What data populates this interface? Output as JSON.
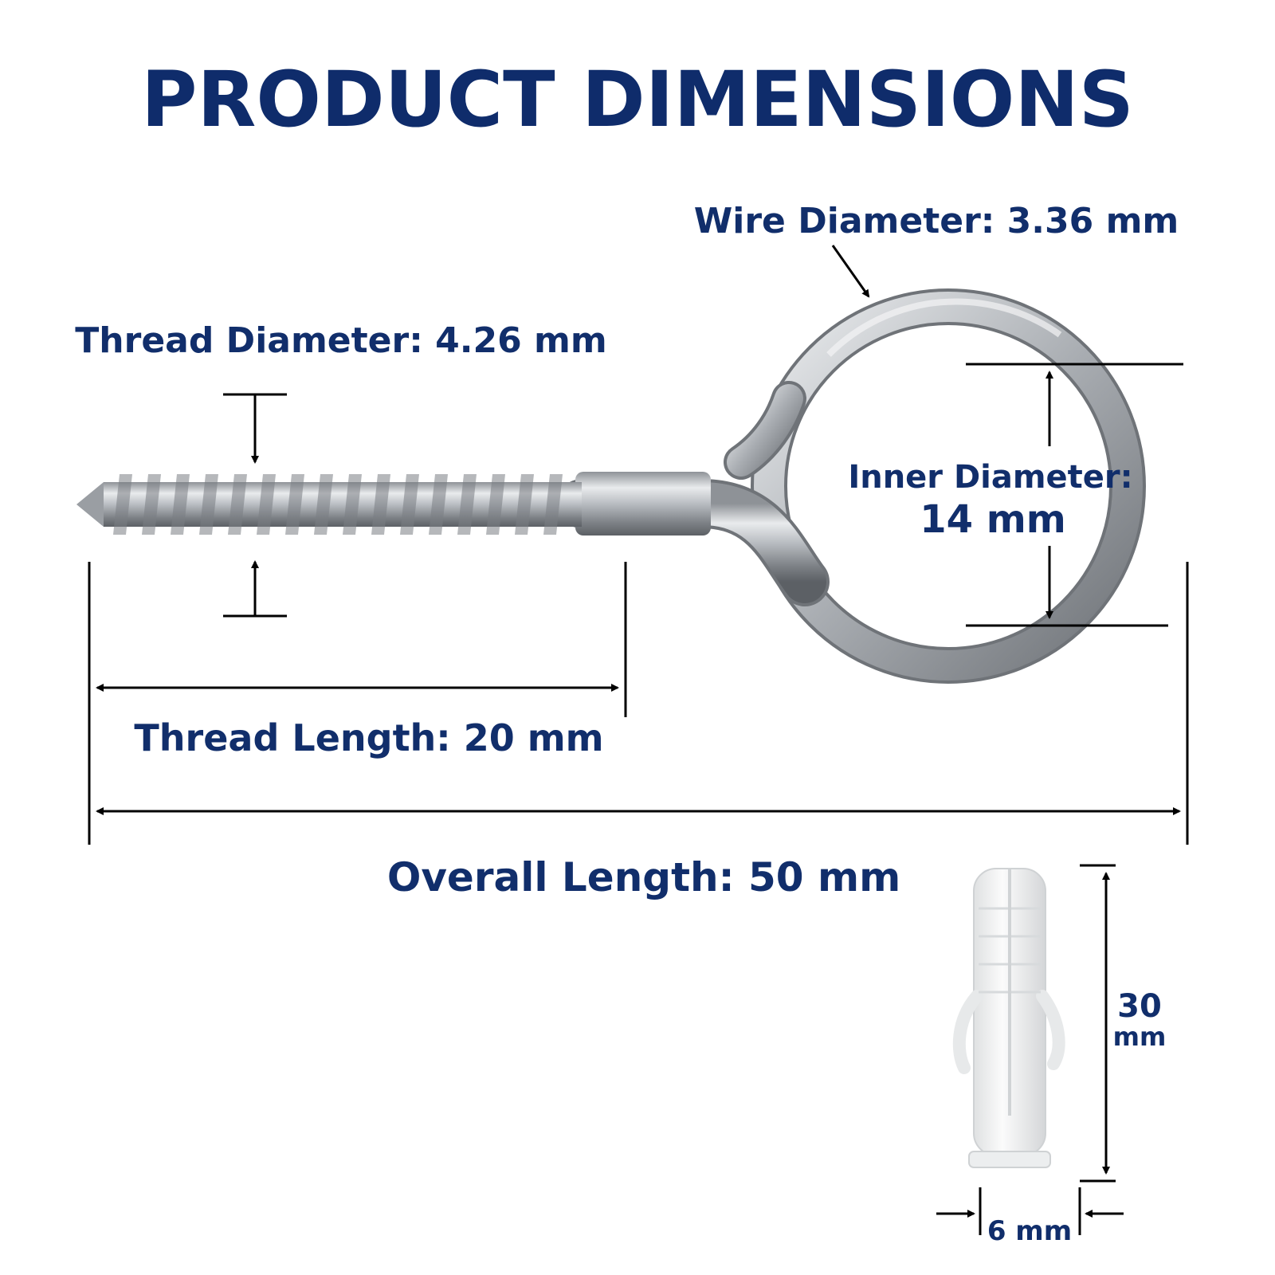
{
  "title": "PRODUCT DIMENSIONS",
  "colors": {
    "text": "#112e6b",
    "line": "#000000",
    "metal": "#c9ccd0",
    "plastic": "#f2f3f3"
  },
  "labels": {
    "wire_diameter": "Wire Diameter: 3.36 mm",
    "thread_diameter": "Thread Diameter: 4.26 mm",
    "inner_diameter_line1": "Inner Diameter:",
    "inner_diameter_line2": "14 mm",
    "thread_length": "Thread Length: 20 mm",
    "overall_length": "Overall Length: 50 mm",
    "anchor_length_value": "30",
    "anchor_length_unit": "mm",
    "anchor_width": "6 mm"
  }
}
